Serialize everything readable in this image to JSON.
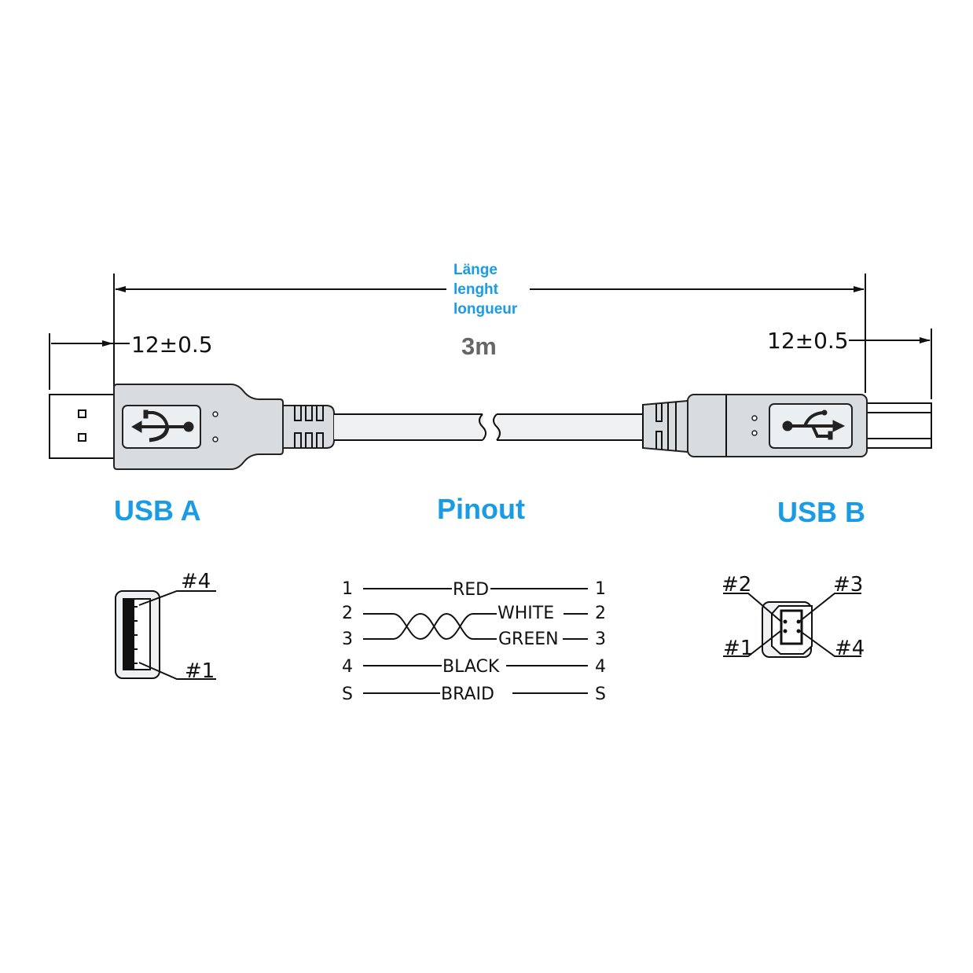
{
  "length_label": {
    "de": "Länge",
    "en": "lenght",
    "fr": "longueur",
    "value": "3m"
  },
  "tolerance_left": "12±0.5",
  "tolerance_right": "12±0.5",
  "titles": {
    "usb_a": "USB A",
    "pinout": "Pinout",
    "usb_b": "USB B"
  },
  "usb_a_pins": [
    "#4",
    "#1"
  ],
  "usb_b_pins": [
    "#2",
    "#3",
    "#1",
    "#4"
  ],
  "pinout": [
    {
      "left": "1",
      "wire": "RED",
      "right": "1"
    },
    {
      "left": "2",
      "wire": "WHITE",
      "right": "2"
    },
    {
      "left": "3",
      "wire": "GREEN",
      "right": "3"
    },
    {
      "left": "4",
      "wire": "BLACK",
      "right": "4"
    },
    {
      "left": "S",
      "wire": "BRAID",
      "right": "S"
    }
  ],
  "colors": {
    "accent": "#1a9be6",
    "body": "#d9dcde",
    "value": "#666666"
  }
}
